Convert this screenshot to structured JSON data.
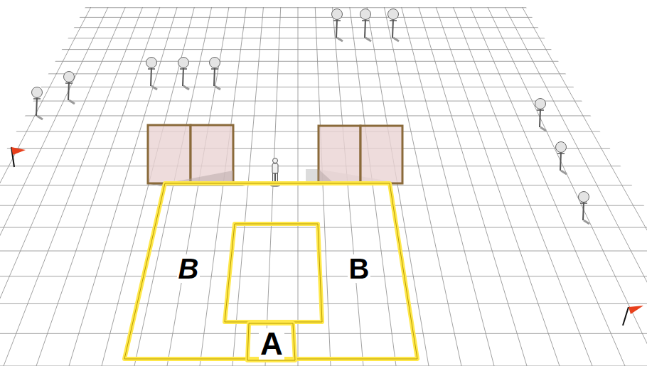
{
  "diagram": {
    "nodes": [
      {
        "text": [
          "B",
          "B"
        ]
      },
      {
        "text": [
          "A"
        ],
        "in": 0
      }
    ]
  }
}
